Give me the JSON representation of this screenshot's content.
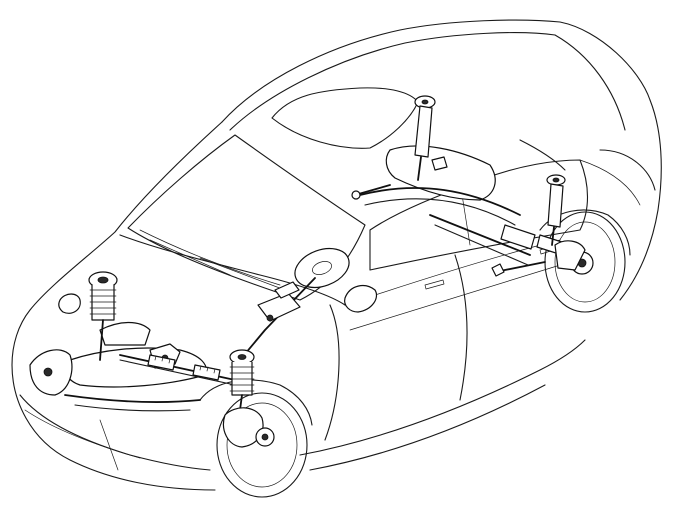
{
  "diagram": {
    "type": "technical-line-drawing",
    "subject": "",
    "colors": {
      "line": "#1a1a1a",
      "background": "#ffffff",
      "shade": "#2a2a2a"
    },
    "components": [
      {
        "id": "car-body-outline"
      },
      {
        "id": "sunroof"
      },
      {
        "id": "windshield"
      },
      {
        "id": "rear-window"
      },
      {
        "id": "front-left-strut"
      },
      {
        "id": "front-right-strut"
      },
      {
        "id": "front-subframe"
      },
      {
        "id": "steering-rack"
      },
      {
        "id": "steering-column"
      },
      {
        "id": "steering-wheel"
      },
      {
        "id": "rear-left-shock"
      },
      {
        "id": "rear-right-shock"
      },
      {
        "id": "rear-subframe"
      },
      {
        "id": "front-wheel"
      },
      {
        "id": "rear-wheel"
      },
      {
        "id": "side-mirror"
      }
    ]
  }
}
